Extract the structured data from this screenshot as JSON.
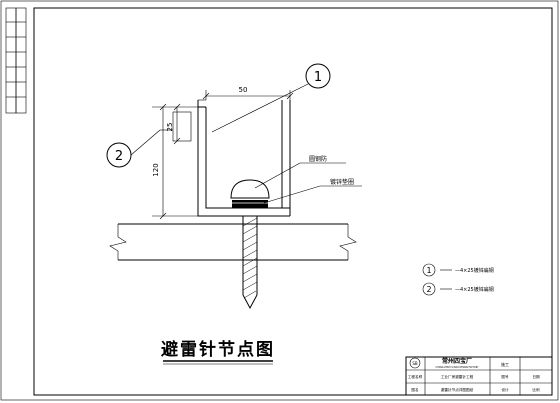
{
  "drawing": {
    "title": "避雷针节点图",
    "dimensions": {
      "width_top": "50",
      "height_side": "120",
      "height_small": "25"
    },
    "labels": {
      "nut": "圆钢防",
      "plate": "镀锌垫圈"
    },
    "callouts": {
      "one": "1",
      "two": "2"
    }
  },
  "legend": {
    "items": [
      {
        "num": "1",
        "text": "—4×25镀锌扁钢"
      },
      {
        "num": "2",
        "text": "—4×25镀锌扁钢"
      }
    ]
  },
  "title_block": {
    "company": "常州四宝厂",
    "company_en": "CHANG ZHOU SI BAO DESIGN FACTORY",
    "logo": "SB",
    "project_label": "工程名称",
    "project_value": "工业厂房避雷针工程",
    "drawing_label": "图名",
    "drawing_value": "避雷针节点详图图纸",
    "stage": "施工",
    "code_label": "图号",
    "code_value": "设计",
    "small_a": "日期",
    "small_b": "比例"
  }
}
